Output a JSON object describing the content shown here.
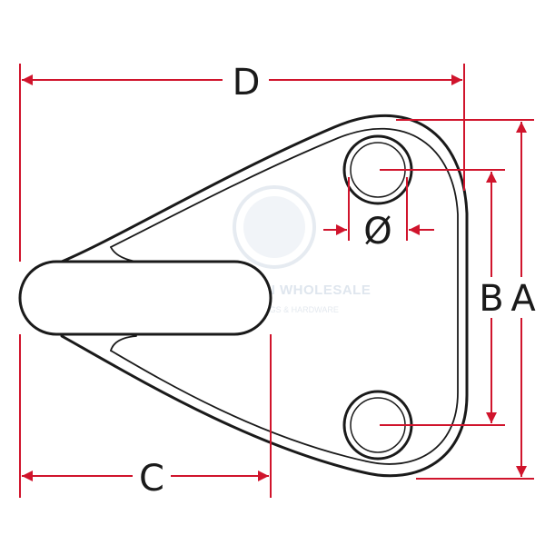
{
  "diagram": {
    "dimension_labels": {
      "d": "D",
      "c": "C",
      "b": "B",
      "a": "A",
      "diameter": "Ø"
    },
    "watermark": {
      "line1": "© SAM ALLEN WHOLESALE",
      "line2": "MARINE FITTINGS & HARDWARE"
    },
    "colors": {
      "dimension_lines": "#d0142c",
      "outline": "#1a1a1a",
      "background": "#ffffff",
      "watermark": "#dfe6ee"
    }
  }
}
